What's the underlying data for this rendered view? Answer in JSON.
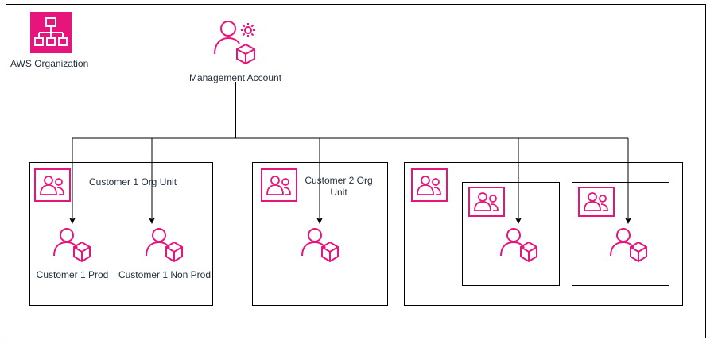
{
  "diagram": {
    "organization": {
      "label": "AWS Organization",
      "icon": "aws-organizations-icon"
    },
    "management_account": {
      "label": "Management Account",
      "icon": "management-account-icon"
    },
    "org_units": [
      {
        "label": "Customer 1 Org Unit",
        "icon": "org-unit-icon",
        "accounts": [
          {
            "label": "Customer 1 Prod",
            "icon": "member-account-icon"
          },
          {
            "label": "Customer 1 Non Prod",
            "icon": "member-account-icon"
          }
        ]
      },
      {
        "label_line1": "Customer 2 Org",
        "label_line2": "Unit",
        "icon": "org-unit-icon",
        "accounts": [
          {
            "label": "",
            "icon": "member-account-icon"
          }
        ]
      },
      {
        "label": "",
        "icon": "org-unit-icon",
        "nested_units": [
          {
            "icon": "org-unit-icon",
            "accounts": [
              {
                "label": "",
                "icon": "member-account-icon"
              }
            ]
          },
          {
            "icon": "org-unit-icon",
            "accounts": [
              {
                "label": "",
                "icon": "member-account-icon"
              }
            ]
          }
        ]
      }
    ]
  },
  "colors": {
    "accent": "#e7157b",
    "border": "#000000",
    "text": "#232f3e",
    "background": "#ffffff"
  }
}
